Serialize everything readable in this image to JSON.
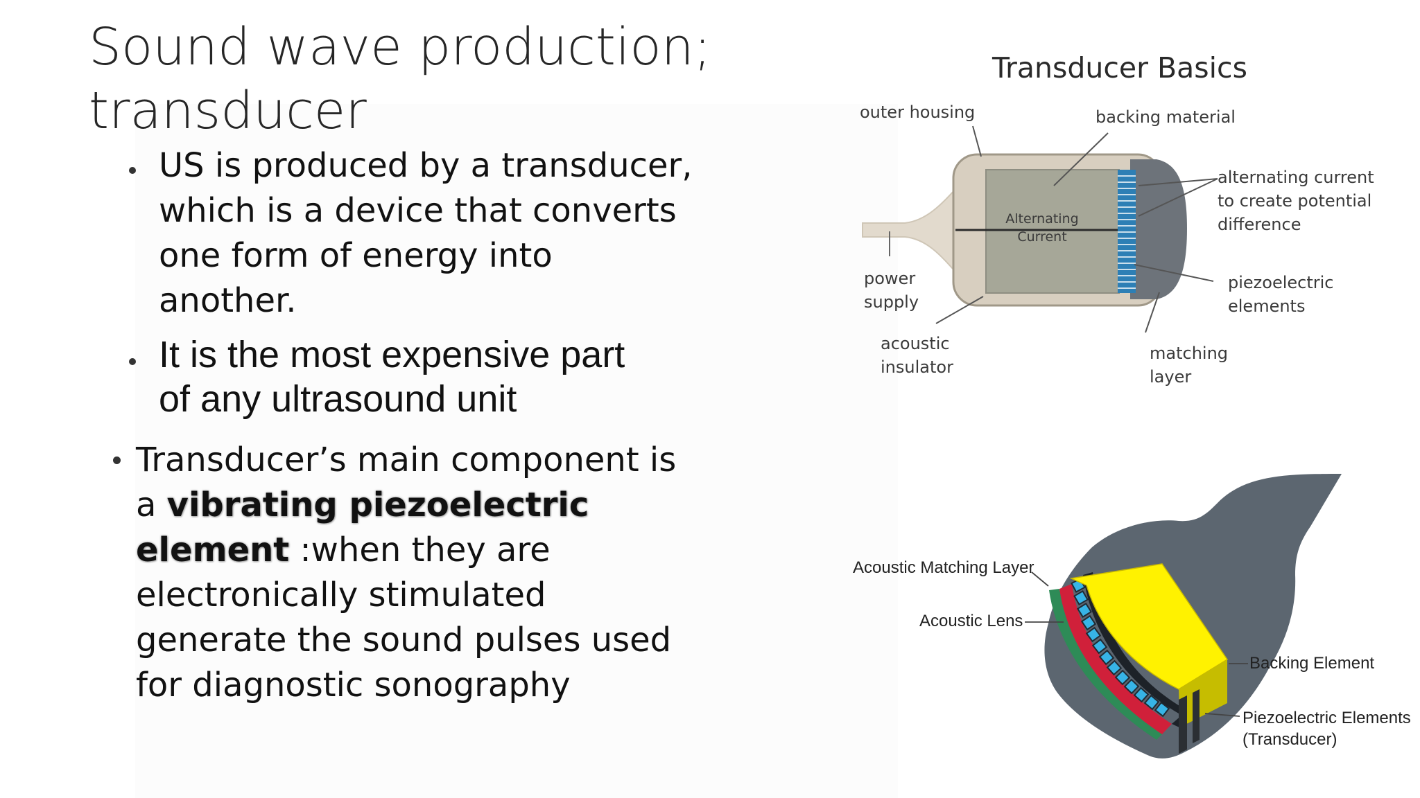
{
  "slide": {
    "title_lines": [
      "Sound wave production;",
      "transducer"
    ],
    "bullets": [
      {
        "lines": [
          "US is produced by a transducer,",
          "which is a device that converts",
          "one form of energy into",
          "another."
        ]
      },
      {
        "lines": [
          "It is the most expensive part",
          "of any ultrasound unit"
        ]
      },
      {
        "line1": "Transducer’s main component is",
        "line2_plain": "a ",
        "bold_a": "vibrating piezoelectric",
        "bold_b": "element",
        "line3_rest": " :when they are",
        "line4": "electronically stimulated",
        "line5": "generate the sound pulses used",
        "line6": "for diagnostic sonography"
      }
    ]
  },
  "diagram_top": {
    "title": "Transducer  Basics",
    "labels": {
      "outer_housing": "outer housing",
      "backing_material": "backing material",
      "alternating_current_1": "alternating current",
      "alternating_current_2": "to create potential",
      "alternating_current_3": "difference",
      "inner_1": "Alternating",
      "inner_2": "Current",
      "power_1": "power",
      "power_2": "supply",
      "piezo_1": "piezoelectric",
      "piezo_2": "elements",
      "insulator_1": "acoustic",
      "insulator_2": "insulator",
      "matching_1": "matching",
      "matching_2": "layer"
    }
  },
  "diagram_bottom": {
    "labels": {
      "matching_layer": "Acoustic Matching Layer",
      "lens": "Acoustic Lens",
      "backing": "Backing Element",
      "piezo_1": "Piezoelectric Elements",
      "piezo_2": "(Transducer)"
    }
  },
  "colors": {
    "probe_body": "#5c6670",
    "backing_yellow": "#fff200",
    "elements_blue": "#37b4e6",
    "lens_red": "#d0203a",
    "housing_beige": "#d8cfc0"
  }
}
